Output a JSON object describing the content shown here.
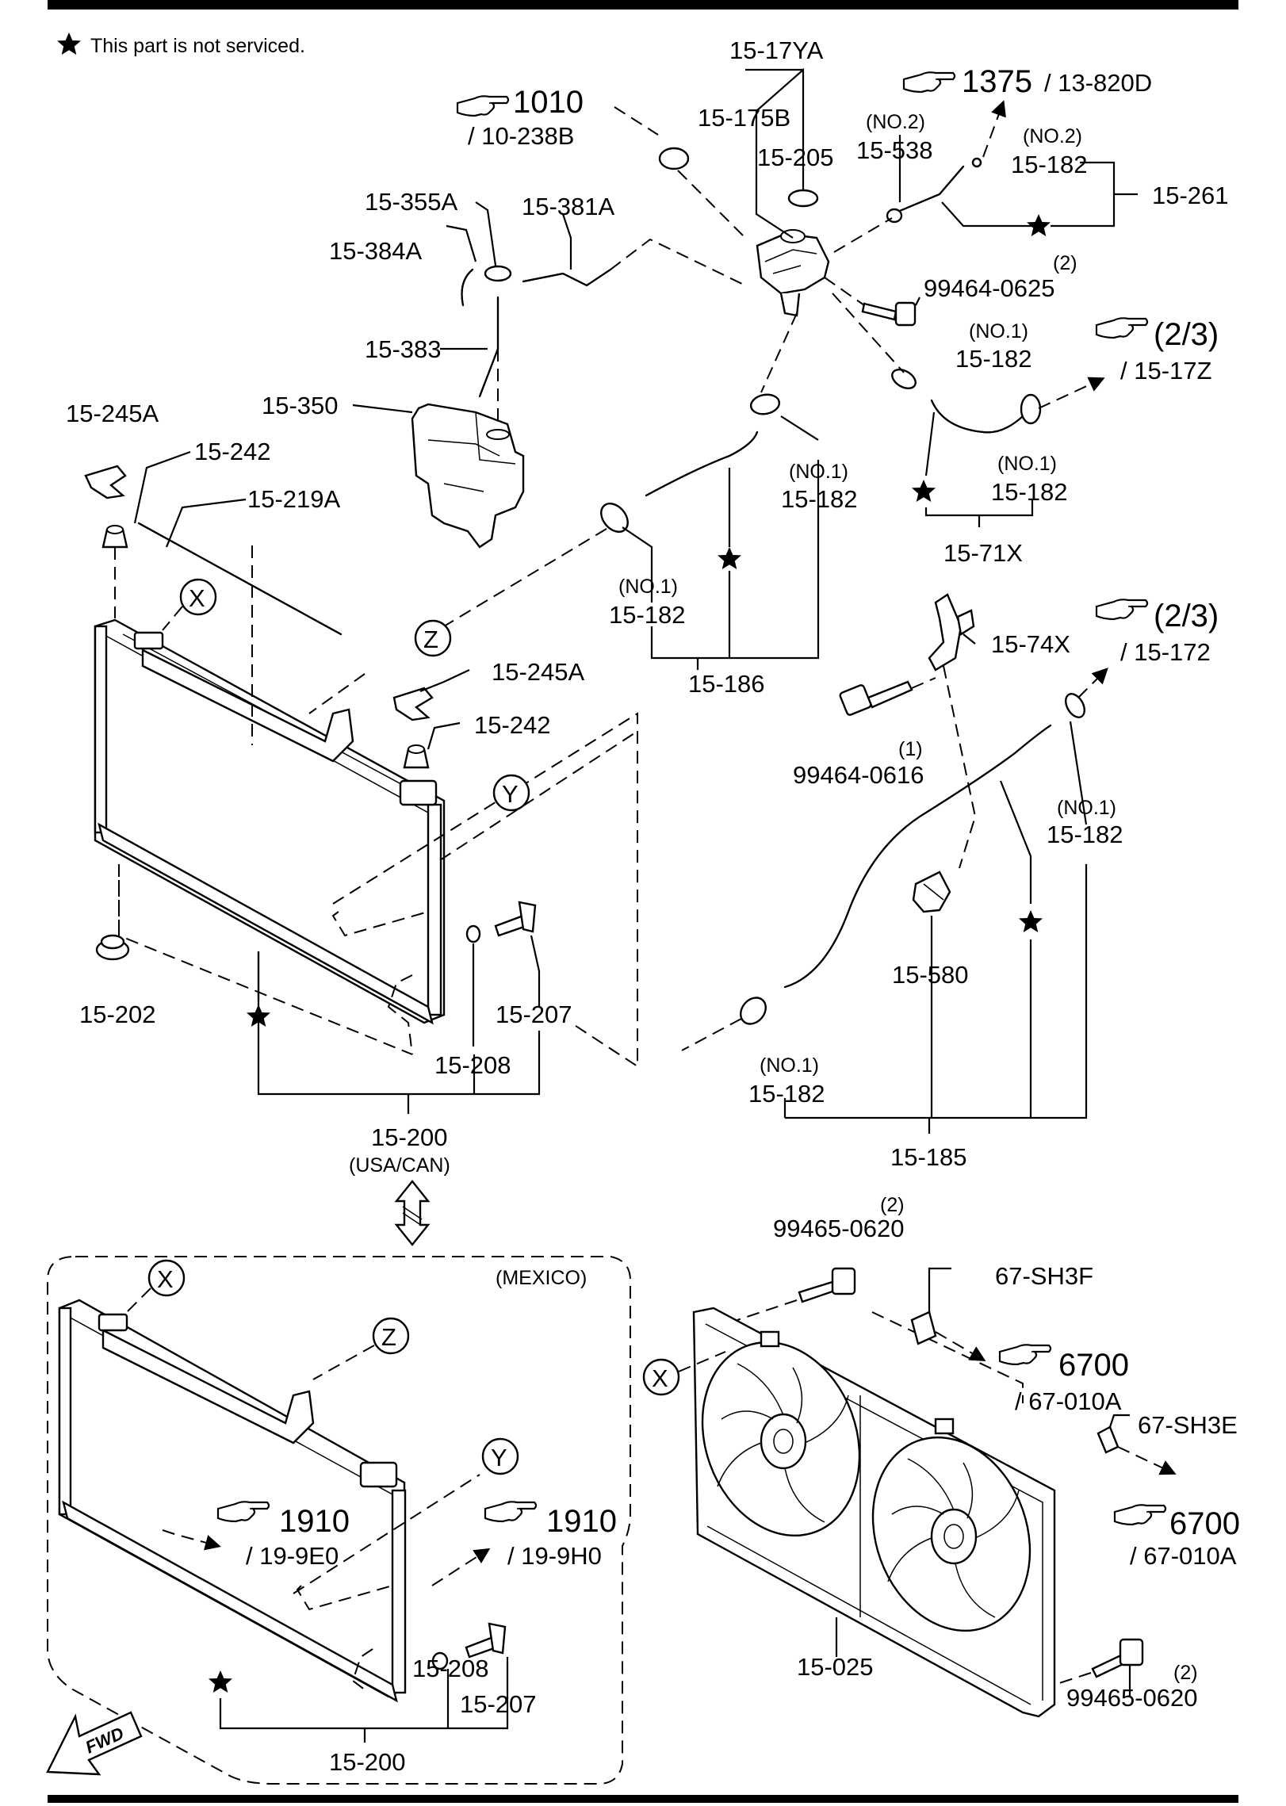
{
  "note": {
    "text": "This part is not serviced."
  },
  "labels": {
    "p15_17YA": "15-17YA",
    "r1010_num": "1010",
    "r1010_sub": "/ 10-238B",
    "p15_175B": "15-175B",
    "p15_205": "15-205",
    "no2_a": "(NO.2)",
    "p15_538": "15-538",
    "r1375_num": "1375",
    "r1375_sub": "/ 13-820D",
    "no2_b": "(NO.2)",
    "p15_182_top": "15-182",
    "p15_261": "15-261",
    "p15_355A": "15-355A",
    "p15_381A": "15-381A",
    "p15_384A": "15-384A",
    "qty2_a": "(2)",
    "b99464_0625": "99464-0625",
    "p15_383": "15-383",
    "no1_a": "(NO.1)",
    "p15_182_a": "15-182",
    "r23_a_num": "(2/3)",
    "r23_a_sub": "/ 15-17Z",
    "p15_350": "15-350",
    "p15_245A_a": "15-245A",
    "p15_242_a": "15-242",
    "no1_b": "(NO.1)",
    "p15_182_b": "15-182",
    "no1_c": "(NO.1)",
    "p15_182_c": "15-182",
    "p15_219A": "15-219A",
    "p15_71X": "15-71X",
    "no1_d": "(NO.1)",
    "p15_182_d": "15-182",
    "p15_186": "15-186",
    "p15_74X": "15-74X",
    "r23_b_num": "(2/3)",
    "r23_b_sub": "/ 15-172",
    "p15_245A_b": "15-245A",
    "p15_242_b": "15-242",
    "qty1": "(1)",
    "b99464_0616": "99464-0616",
    "no1_e": "(NO.1)",
    "p15_182_e": "15-182",
    "p15_580": "15-580",
    "p15_202": "15-202",
    "p15_207_a": "15-207",
    "p15_208_a": "15-208",
    "no1_f": "(NO.1)",
    "p15_182_f": "15-182",
    "p15_200_a": "15-200",
    "usa_can": "(USA/CAN)",
    "p15_185": "15-185",
    "qty2_b": "(2)",
    "b99465_0620_a": "99465-0620",
    "mexico": "(MEXICO)",
    "p67_SH3F": "67-SH3F",
    "r6700_a_num": "6700",
    "r6700_a_sub": "/ 67-010A",
    "p67_SH3E": "67-SH3E",
    "r6700_b_num": "6700",
    "r6700_b_sub": "/ 67-010A",
    "r1910_a_num": "1910",
    "r1910_a_sub": "/ 19-9E0",
    "r1910_b_num": "1910",
    "r1910_b_sub": "/ 19-9H0",
    "p15_208_b": "15-208",
    "p15_207_b": "15-207",
    "p15_025": "15-025",
    "qty2_c": "(2)",
    "b99465_0620_b": "99465-0620",
    "p15_200_b": "15-200",
    "fwd": "FWD"
  },
  "callouts": {
    "x": "X",
    "y": "Y",
    "z": "Z"
  },
  "icons": [
    "star-icon",
    "pointing-hand-icon",
    "fwd-arrow-icon",
    "double-arrow-icon"
  ],
  "colors": {
    "ink": "#000000",
    "paper": "#ffffff"
  }
}
